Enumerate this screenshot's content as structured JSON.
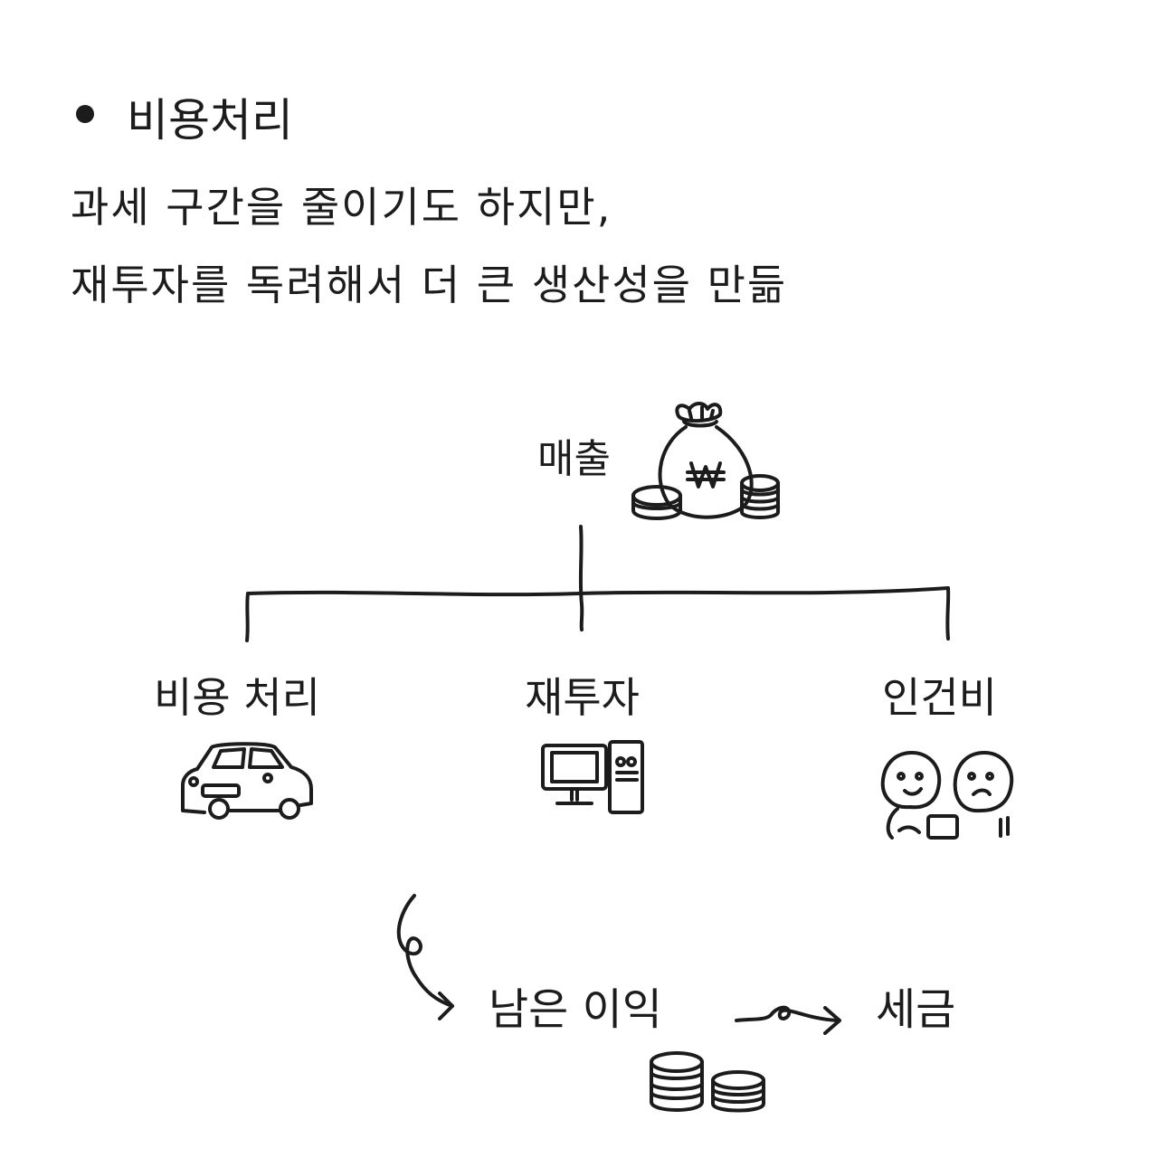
{
  "section": {
    "heading": "비용처리",
    "description_line1": "과세 구간을 줄이기도 하지만,",
    "description_line2": "재투자를 독려해서 더 큰 생산성을 만듦"
  },
  "diagram": {
    "root": {
      "label": "매출",
      "icon": "money-bag-icon"
    },
    "branches": [
      {
        "label": "비용 처리",
        "icon": "car-icon"
      },
      {
        "label": "재투자",
        "icon": "computer-icon"
      },
      {
        "label": "인건비",
        "icon": "people-icon"
      }
    ],
    "result": {
      "label": "남은 이익",
      "icon": "coins-icon"
    },
    "final": {
      "label": "세금"
    }
  }
}
